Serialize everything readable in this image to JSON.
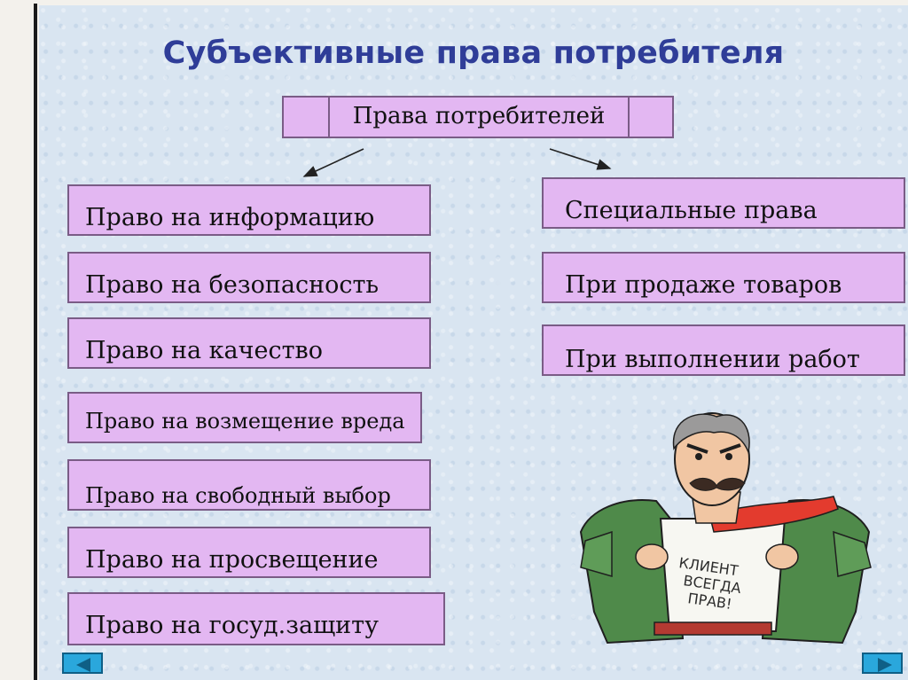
{
  "slide": {
    "title": "Субъективные права потребителя",
    "root": "Права потребителей",
    "left_items": [
      "Право на информацию",
      "Право на безопасность",
      "Право на качество",
      "Право на возмещение вреда",
      "Право на свободный выбор",
      "Право на просвещение",
      "Право на госуд.защиту"
    ],
    "right_items": [
      "Специальные права",
      "При продаже товаров",
      "При выполнении работ"
    ]
  },
  "illustration": {
    "shirt_text": [
      "КЛИЕНТ",
      "ВСЕГДА",
      "ПРАВ!"
    ]
  },
  "navigation": {
    "prev_icon": "triangle-left-icon",
    "next_icon": "triangle-right-icon"
  },
  "colors": {
    "title": "#2f3d98",
    "box_fill": "#e3b7f2",
    "box_border": "#7a5c86",
    "background": "#d9e5f1",
    "nav": "#2aa7dc"
  }
}
